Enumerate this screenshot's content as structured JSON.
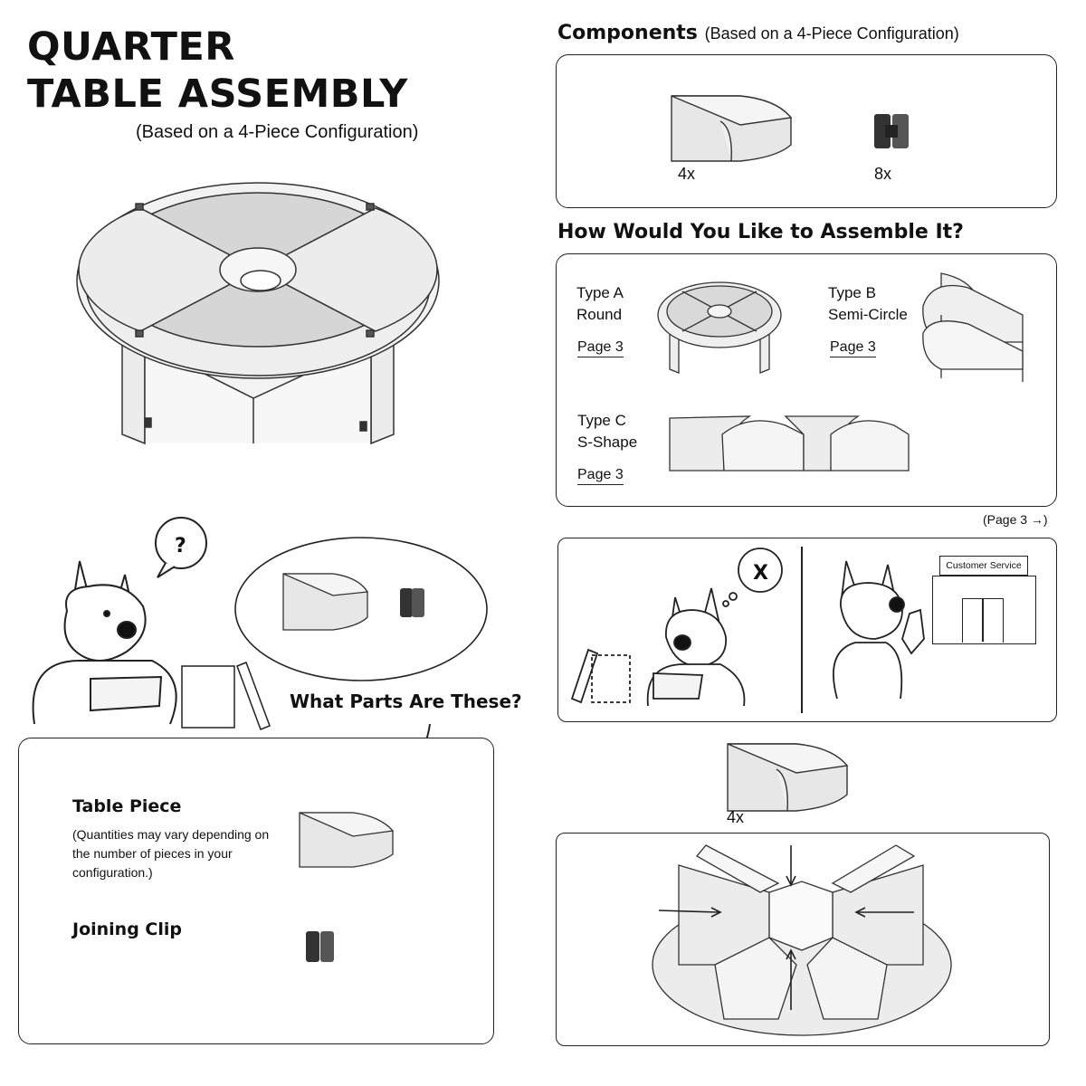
{
  "title": {
    "line1": "QUARTER",
    "line2": "TABLE ASSEMBLY",
    "subtitle": "(Based on a 4-Piece Configuration)"
  },
  "components": {
    "heading": "Components",
    "heading_note": "(Based on a 4-Piece Configuration)",
    "table_piece_qty": "4x",
    "clip_qty": "8x"
  },
  "assemble": {
    "heading": "How Would You Like to Assemble It?",
    "types": [
      {
        "name_line1": "Type A",
        "name_line2": "Round",
        "page": "Page 3"
      },
      {
        "name_line1": "Type B",
        "name_line2": "Semi-Circle",
        "page": "Page 3"
      },
      {
        "name_line1": "Type C",
        "name_line2": "S-Shape",
        "page": "Page 3"
      }
    ],
    "continue": "(Page 3 →)"
  },
  "question_mark": "?",
  "x_mark": "X",
  "customer_service": "Customer Service",
  "parts": {
    "callout": "What Parts Are These?",
    "table_piece_label": "Table Piece",
    "table_piece_note_line1": "(Quantities may vary depending on",
    "table_piece_note_line2": "the number of pieces in your",
    "table_piece_note_line3": "configuration.)",
    "clip_label": "Joining Clip"
  },
  "step": {
    "qty": "4x"
  },
  "icons": {
    "quarter-piece": "quarter-table-piece-icon",
    "clip": "joining-clip-icon",
    "mascot": "dog-mascot"
  }
}
